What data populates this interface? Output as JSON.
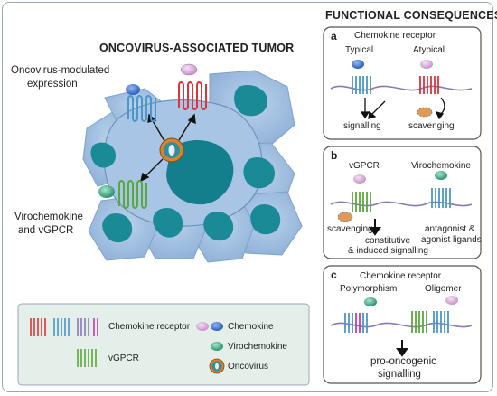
{
  "tumor": {
    "title": "ONCOVIRUS-ASSOCIATED TUMOR",
    "modulated_label_line1": "Oncovirus-modulated",
    "modulated_label_line2": "expression",
    "viro_label_line1": "Virochemokine",
    "viro_label_line2": "and vGPCR"
  },
  "consequences": {
    "title": "FUNCTIONAL CONSEQUENCES",
    "panel_a": {
      "letter": "a",
      "title": "Chemokine receptor",
      "typical": "Typical",
      "atypical": "Atypical",
      "signalling": "signalling",
      "scavenging": "scavenging"
    },
    "panel_b": {
      "letter": "b",
      "vgpcr": "vGPCR",
      "virochemokine": "Virochemokine",
      "scavenging": "scavenging",
      "constitutive_line1": "constitutive",
      "constitutive_line2": "& induced signalling",
      "antagonist_line1": "antagonist &",
      "antagonist_line2": "agonist ligands"
    },
    "panel_c": {
      "letter": "c",
      "title": "Chemokine receptor",
      "polymorphism": "Polymorphism",
      "oligomer": "Oligomer",
      "pro_line1": "pro-oncogenic",
      "pro_line2": "signalling"
    }
  },
  "legend": {
    "chemokine_receptor": "Chemokine receptor",
    "vgpcr": "vGPCR",
    "chemokine": "Chemokine",
    "virochemokine": "Virochemokine",
    "oncovirus": "Oncovirus"
  },
  "colors": {
    "cell_fill": "#a9c6e4",
    "nucleus": "#147f8c",
    "receptor_red": "#e0333a",
    "receptor_blue": "#4a97c8",
    "receptor_green": "#5aa83a",
    "chemokine_blue": "#2f6fd0",
    "chemokine_pink": "#d9a7d8",
    "virochemokine": "#2e9e7a",
    "virus_orange": "#d9822b",
    "membrane": "#8a78b8"
  }
}
